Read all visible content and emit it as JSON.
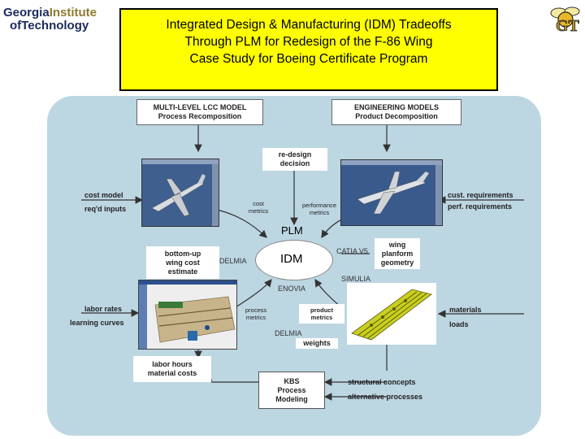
{
  "logo": {
    "word1a": "Georgia",
    "word1b": "Institute",
    "word2a": "of",
    "word2b": "Technology",
    "right_text": "GT"
  },
  "title": {
    "line1": "Integrated Design & Manufacturing (IDM) Tradeoffs",
    "line2": "Through PLM for Redesign of the F-86 Wing",
    "line3": "Case Study for Boeing Certificate Program"
  },
  "diagram": {
    "multi_level": {
      "line1": "MULTI-LEVEL LCC MODEL",
      "line2": "Process Recomposition"
    },
    "engineering": {
      "line1": "ENGINEERING MODELS",
      "line2": "Product Decomposition"
    },
    "redesign": {
      "line1": "re-design",
      "line2": "decision"
    },
    "cost_model": "cost model",
    "reqd_inputs": "req'd inputs",
    "cost_metrics": {
      "line1": "cost",
      "line2": "metrics"
    },
    "performance_metrics": {
      "line1": "performance",
      "line2": "metrics"
    },
    "cust_requirements": "cust. requirements",
    "perf_requirements": "perf. requirements",
    "plm": "PLM",
    "idm": "IDM",
    "delmia_top": "DELMIA",
    "catia": "CATIA V5",
    "simulia": "SIMULIA",
    "enovia": "ENOVIA",
    "bottom_up": {
      "line1": "bottom-up",
      "line2": "wing cost",
      "line3": "estimate"
    },
    "wing_planform": {
      "line1": "wing",
      "line2": "planform",
      "line3": "geometry"
    },
    "labor_rates": "labor rates",
    "learning_curves": "learning curves",
    "process_metrics": {
      "line1": "process",
      "line2": "metrics"
    },
    "product_metrics": {
      "line1": "product",
      "line2": "metrics"
    },
    "delmia_bottom": "DELMIA",
    "weights": "weights",
    "materials": "materials",
    "loads": "loads",
    "labor_hours": {
      "line1": "labor hours",
      "line2": "material costs"
    },
    "kbs": {
      "line1": "KBS",
      "line2": "Process",
      "line3": "Modeling"
    },
    "structural_concepts": "structural concepts",
    "alternative_processes": "alternative processes"
  },
  "colors": {
    "title_bg": "#ffff00",
    "panel_bg": "#bcd6e2",
    "arrow": "#333333"
  }
}
